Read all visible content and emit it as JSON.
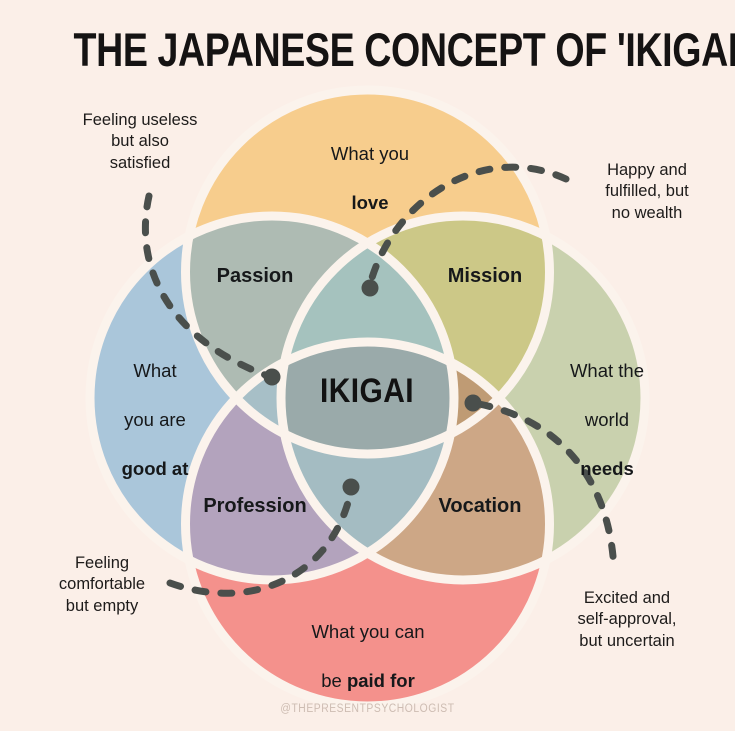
{
  "page": {
    "background_color": "#fbefe8",
    "title": "THE JAPANESE CONCEPT OF 'IKIGAI'",
    "credit": "@THEPRESENTPSYCHOLOGIST"
  },
  "chart_data": {
    "type": "venn",
    "title": "THE JAPANESE CONCEPT OF 'IKIGAI'",
    "circle_count": 4,
    "circles": [
      {
        "id": "love",
        "label_plain": "What you",
        "label_bold": "love",
        "color": "#f7cd8d",
        "position": "top"
      },
      {
        "id": "good_at",
        "label_plain": "What\nyou are",
        "label_bold": "good at",
        "color": "#aac6da",
        "position": "left"
      },
      {
        "id": "needs",
        "label_plain": "What the\nworld",
        "label_bold": "needs",
        "color": "#c9d1ae",
        "position": "right"
      },
      {
        "id": "paid_for",
        "label_plain": "What you can\nbe",
        "label_bold": "paid for",
        "color": "#f4918c",
        "position": "bottom"
      }
    ],
    "pair_overlaps": [
      {
        "id": "passion",
        "label": "Passion",
        "circles": [
          "love",
          "good_at"
        ],
        "color": "#aebbb3"
      },
      {
        "id": "mission",
        "label": "Mission",
        "circles": [
          "love",
          "needs"
        ],
        "color": "#ccc887"
      },
      {
        "id": "profession",
        "label": "Profession",
        "circles": [
          "good_at",
          "paid_for"
        ],
        "color": "#b3a3bd"
      },
      {
        "id": "vocation",
        "label": "Vocation",
        "circles": [
          "needs",
          "paid_for"
        ],
        "color": "#cda786"
      }
    ],
    "center": {
      "id": "ikigai",
      "label": "IKIGAI",
      "color": "#9aaaaa"
    },
    "triple_overlaps": [
      {
        "id": "love-goodat-center",
        "color": "#a6c3bf"
      },
      {
        "id": "love-needs-center",
        "color": "#a6c3bf"
      },
      {
        "id": "paid-goodat-center",
        "color": "#a6bcc6"
      },
      {
        "id": "paid-needs-center",
        "color": "#c09a72"
      }
    ],
    "stroke_color": "#fbf3ec",
    "stroke_width": 9
  },
  "circle_labels": {
    "love": {
      "line1": "What you",
      "bold": "love"
    },
    "good_at": {
      "line1": "What",
      "line2": "you are",
      "bold": "good at"
    },
    "needs": {
      "line1": "What the",
      "line2": "world",
      "bold": "needs"
    },
    "paid_for": {
      "line1": "What you can",
      "line2pre": "be ",
      "bold": "paid for"
    }
  },
  "segment_labels": {
    "passion": "Passion",
    "mission": "Mission",
    "profession": "Profession",
    "vocation": "Vocation",
    "ikigai": "IKIGAI"
  },
  "annotations": [
    {
      "id": "top-left",
      "text": "Feeling useless\nbut also\nsatisfied",
      "points_to": "passion",
      "connector": "dashed-curve"
    },
    {
      "id": "top-right",
      "text": "Happy and\nfulfilled, but\nno wealth",
      "points_to": "love-mission-junction",
      "connector": "dashed-curve"
    },
    {
      "id": "bottom-left",
      "text": "Feeling\ncomfortable\nbut empty",
      "points_to": "profession",
      "connector": "dashed-curve"
    },
    {
      "id": "bottom-right",
      "text": "Excited and\nself-approval,\nbut uncertain",
      "points_to": "vocation",
      "connector": "dashed-curve"
    }
  ],
  "connector_style": {
    "color": "#4a4f4c",
    "dash": "dashed",
    "width": 7,
    "endpoint": "round-dot"
  }
}
